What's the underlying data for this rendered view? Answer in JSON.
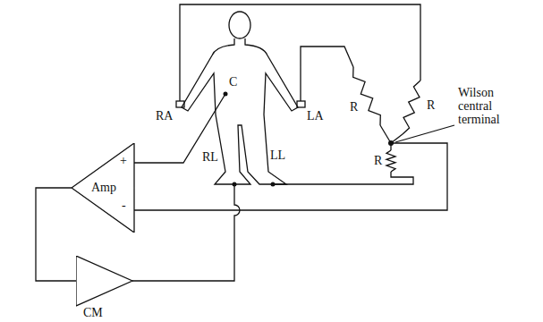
{
  "diagram": {
    "nodes": [
      {
        "text": [
          "Amp"
        ]
      },
      {
        "text": [
          "CM"
        ]
      }
    ],
    "edges": [
      {
        "from": 0,
        "to": 1,
        "arrow": "none"
      }
    ],
    "labels": [
      "RA",
      "LA",
      "C",
      "RL",
      "LL",
      "R",
      "R",
      "R",
      "Wilson central terminal",
      "+",
      "-"
    ]
  }
}
